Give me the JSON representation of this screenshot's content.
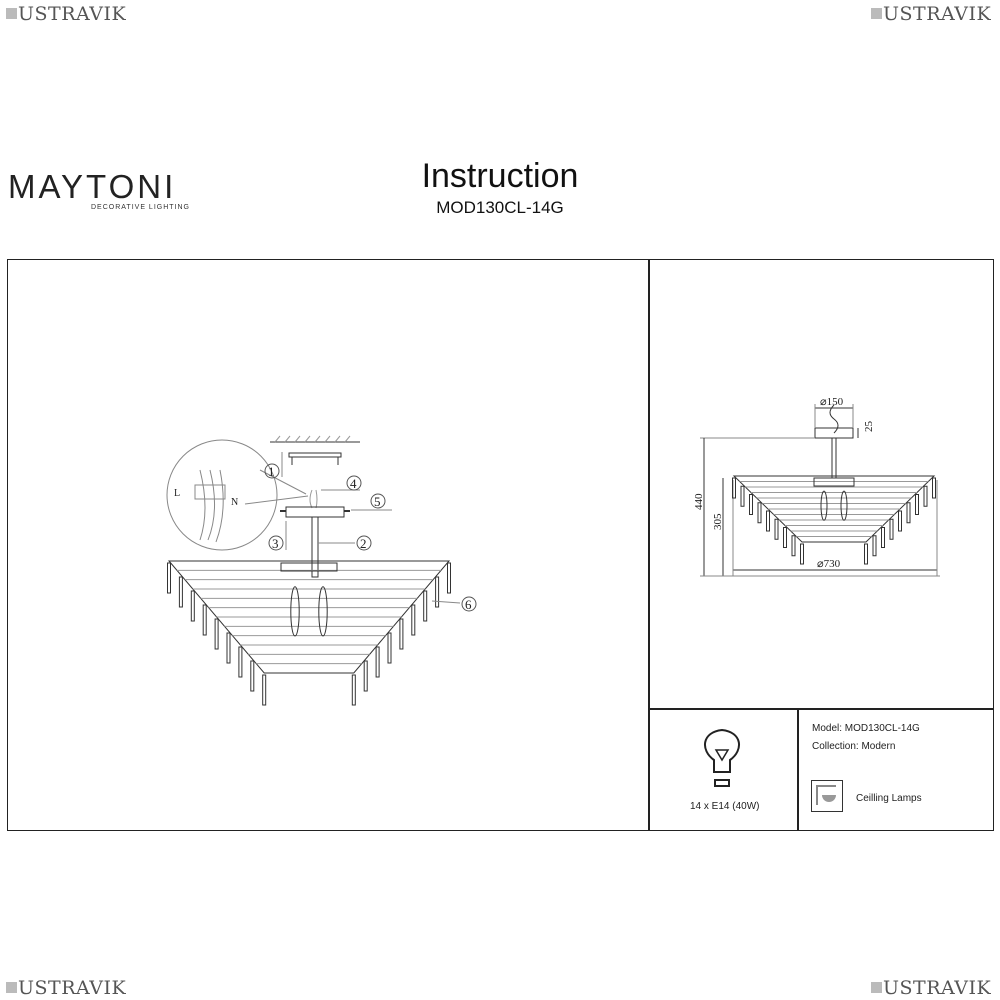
{
  "watermark": "USTRAVIK",
  "brand": {
    "name": "MAYTONI",
    "tagline": "DECORATIVE LIGHTING"
  },
  "header": {
    "title": "Instruction",
    "model": "MOD130CL-14G"
  },
  "assembly": {
    "callouts": [
      "1",
      "2",
      "3",
      "4",
      "5",
      "6"
    ],
    "wire_labels": {
      "live": "L",
      "neutral": "N"
    }
  },
  "dimensions": {
    "canopy_diameter": "⌀150",
    "canopy_height": "25",
    "total_height": "440",
    "body_height": "305",
    "diameter": "⌀730"
  },
  "specs": {
    "bulbs": "14 x E14 (40W)",
    "model": "Model: MOD130CL-14G",
    "collection": "Collection: Modern",
    "category": "Ceilling Lamps"
  }
}
